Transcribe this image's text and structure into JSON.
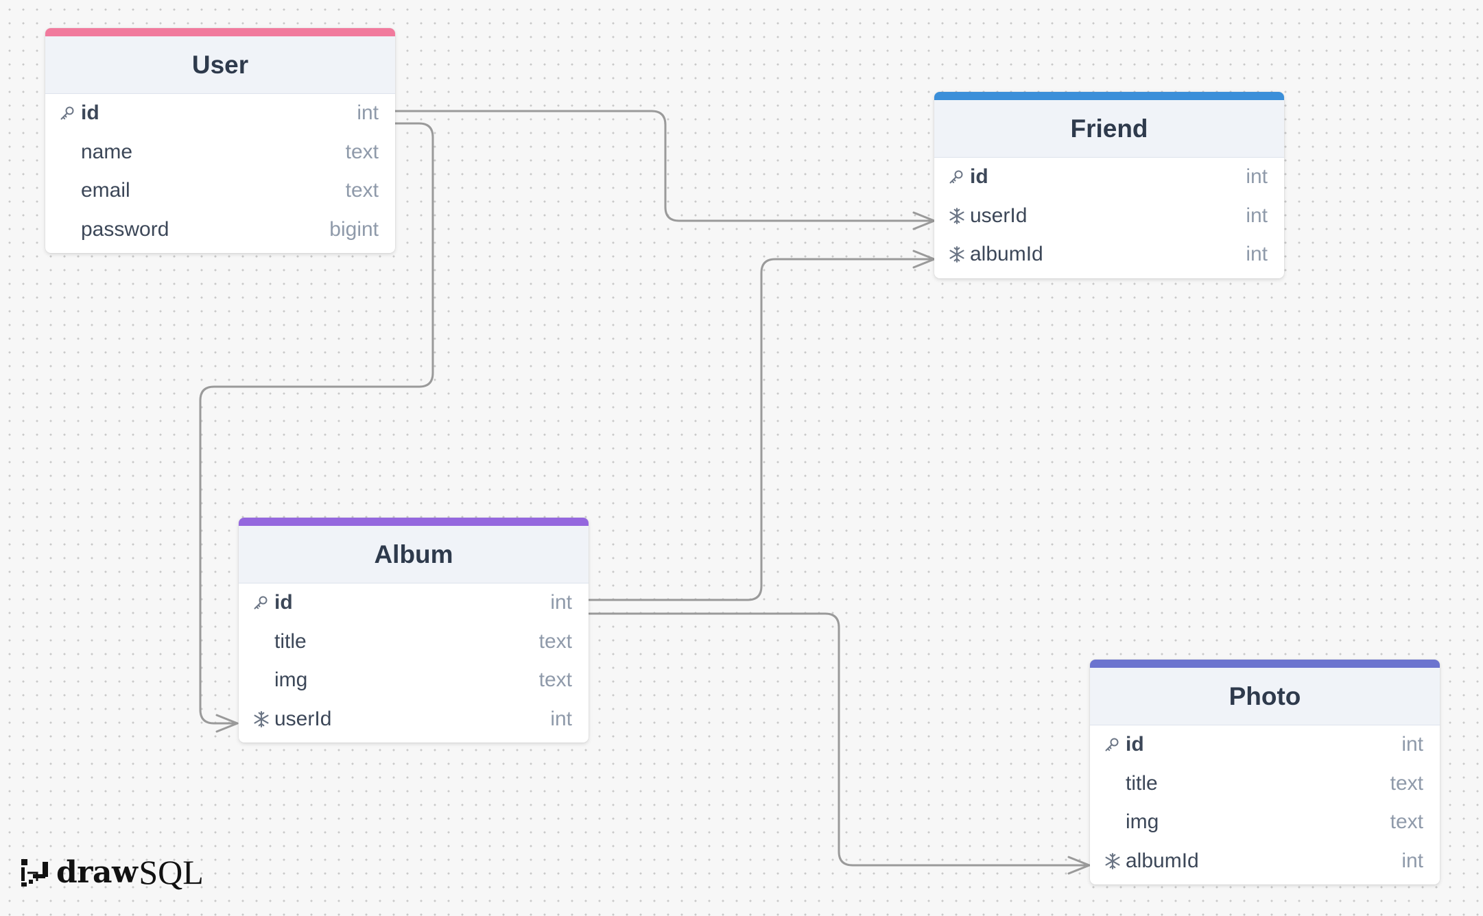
{
  "tables": [
    {
      "name": "User",
      "accent": "#f17a9d",
      "columns": [
        {
          "name": "id",
          "type": "int",
          "key": "primary",
          "icon": "key-icon"
        },
        {
          "name": "name",
          "type": "text",
          "key": "none"
        },
        {
          "name": "email",
          "type": "text",
          "key": "none"
        },
        {
          "name": "password",
          "type": "bigint",
          "key": "none"
        }
      ]
    },
    {
      "name": "Friend",
      "accent": "#3b8fd9",
      "columns": [
        {
          "name": "id",
          "type": "int",
          "key": "primary",
          "icon": "key-icon"
        },
        {
          "name": "userId",
          "type": "int",
          "key": "foreign",
          "icon": "snowflake-icon"
        },
        {
          "name": "albumId",
          "type": "int",
          "key": "foreign",
          "icon": "snowflake-icon"
        }
      ]
    },
    {
      "name": "Album",
      "accent": "#9467de",
      "columns": [
        {
          "name": "id",
          "type": "int",
          "key": "primary",
          "icon": "key-icon"
        },
        {
          "name": "title",
          "type": "text",
          "key": "none"
        },
        {
          "name": "img",
          "type": "text",
          "key": "none"
        },
        {
          "name": "userId",
          "type": "int",
          "key": "foreign",
          "icon": "snowflake-icon"
        }
      ]
    },
    {
      "name": "Photo",
      "accent": "#6c74cf",
      "columns": [
        {
          "name": "id",
          "type": "int",
          "key": "primary",
          "icon": "key-icon"
        },
        {
          "name": "title",
          "type": "text",
          "key": "none"
        },
        {
          "name": "img",
          "type": "text",
          "key": "none"
        },
        {
          "name": "albumId",
          "type": "int",
          "key": "foreign",
          "icon": "snowflake-icon"
        }
      ]
    }
  ],
  "relations": [
    {
      "from": "User.id",
      "to": "Friend.userId",
      "cardinality": "one-to-many"
    },
    {
      "from": "User.id",
      "to": "Album.userId",
      "cardinality": "one-to-many"
    },
    {
      "from": "Album.id",
      "to": "Friend.albumId",
      "cardinality": "one-to-many"
    },
    {
      "from": "Album.id",
      "to": "Photo.albumId",
      "cardinality": "one-to-many"
    }
  ],
  "logo": {
    "primary": "draw",
    "secondary": "SQL",
    "icon": "drawsql-logo-icon"
  },
  "colors": {
    "connector": "#9a9a9a",
    "canvas": "#f7f7f7"
  }
}
